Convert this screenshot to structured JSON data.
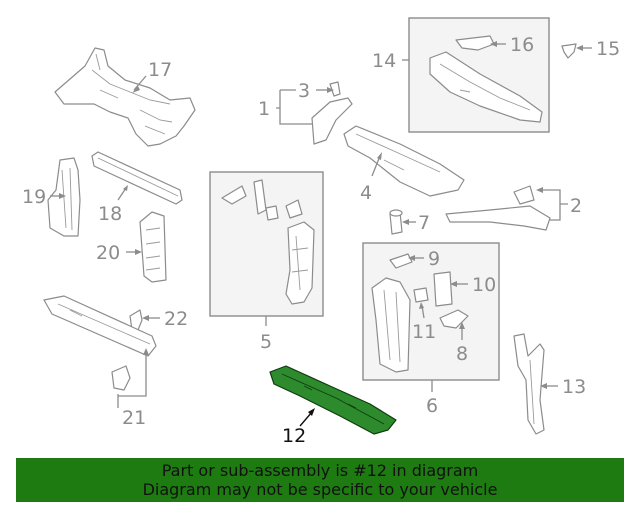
{
  "diagram": {
    "callouts": {
      "c1": "1",
      "c2": "2",
      "c3": "3",
      "c4": "4",
      "c5": "5",
      "c6": "6",
      "c7": "7",
      "c8": "8",
      "c9": "9",
      "c10": "10",
      "c11": "11",
      "c12": "12",
      "c13": "13",
      "c14": "14",
      "c15": "15",
      "c16": "16",
      "c17": "17",
      "c18": "18",
      "c19": "19",
      "c20": "20",
      "c21": "21",
      "c22": "22"
    },
    "highlight_part": "12",
    "colors": {
      "highlight": "#2d8a2d",
      "line": "#8c8c8c",
      "banner": "#1e7b12"
    }
  },
  "banner": {
    "line1": "Part or sub-assembly is #12 in diagram",
    "line2": "Diagram may not be specific to your vehicle"
  }
}
